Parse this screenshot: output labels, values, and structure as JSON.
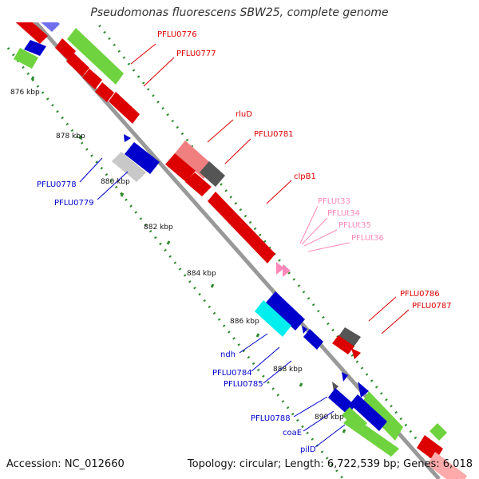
{
  "title": "Pseudomonas fluorescens SBW25, complete genome",
  "footer": {
    "accession": "Accession: NC_012660",
    "topology": "Topology: circular; Length: 6,722,539 bp; Genes: 6,018"
  },
  "colors": {
    "backbone": "#999999",
    "tick_dots": "#2e8b2e",
    "forward_label": "#dd0000",
    "reverse_label": "#0000cc",
    "trna_label": "#ff88bb"
  },
  "kbp_ticks": [
    "876 kbp",
    "878 kbp",
    "880 kbp",
    "882 kbp",
    "884 kbp",
    "886 kbp",
    "888 kbp",
    "890 kbp"
  ],
  "gene_labels_forward": [
    "PFLU0776",
    "PFLU0777",
    "rluD",
    "PFLU0781",
    "clpB1",
    "PFLU0786",
    "PFLU0787"
  ],
  "gene_labels_trna": [
    "PFLUt33",
    "PFLUt34",
    "PFLUt35",
    "PFLUt36"
  ],
  "gene_labels_reverse": [
    "PFLU0778",
    "PFLU0779",
    "ndh",
    "PFLU0784",
    "PFLU0785",
    "PFLU0788",
    "coaE",
    "pilD"
  ]
}
